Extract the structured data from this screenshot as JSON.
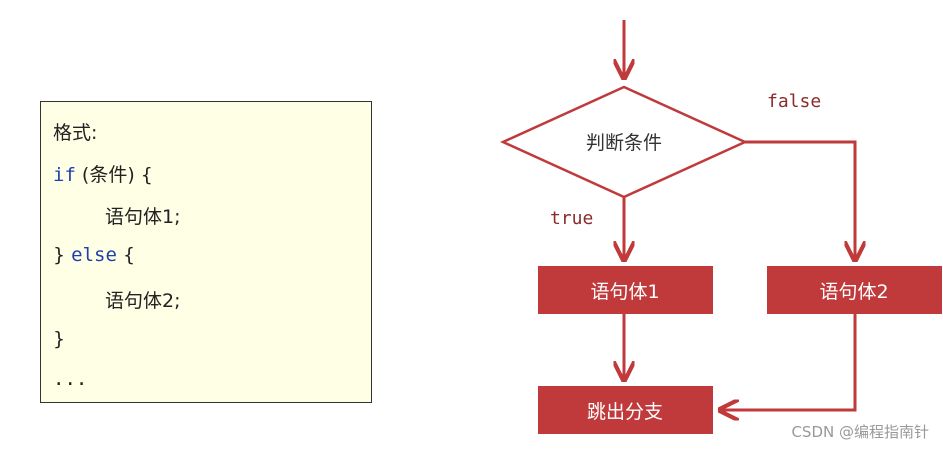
{
  "code": {
    "label": "格式:",
    "if_kw": "if",
    "if_rest": " (条件) {",
    "body1": "语句体1;",
    "close_else_brace": "} ",
    "else_kw": "else",
    "else_rest": " {",
    "body2": "语句体2;",
    "close_brace": "}",
    "ellipsis": "..."
  },
  "flow": {
    "condition": "判断条件",
    "true_label": "true",
    "false_label": "false",
    "body1": "语句体1",
    "body2": "语句体2",
    "exit": "跳出分支",
    "colors": {
      "accent": "#c0393b",
      "box_fill": "#c0393b",
      "box_text": "#ffffff",
      "label": "#8b2b2b"
    }
  },
  "watermark": "CSDN @编程指南针"
}
